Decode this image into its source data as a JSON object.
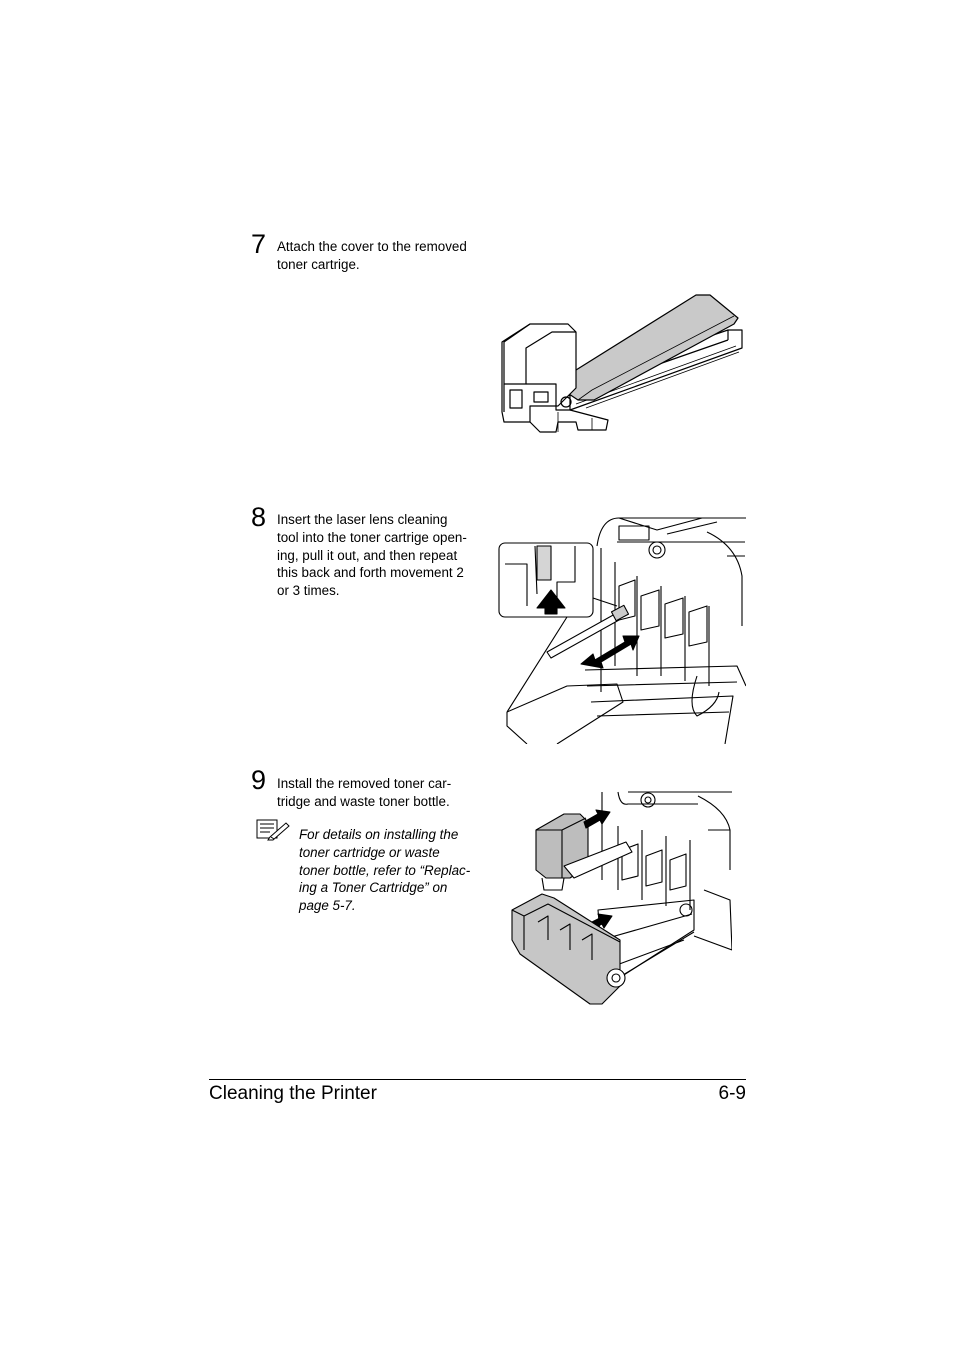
{
  "steps": [
    {
      "number": "7",
      "lines": [
        "Attach the cover to the removed",
        "toner cartrige."
      ]
    },
    {
      "number": "8",
      "lines": [
        "Insert the laser lens cleaning",
        "tool into the toner cartrige open-",
        "ing, pull it out, and then repeat",
        "this back and forth movement 2",
        "or 3 times."
      ]
    },
    {
      "number": "9",
      "lines": [
        "Install the removed toner car-",
        "tridge and waste toner bottle."
      ]
    }
  ],
  "note": {
    "icon": "note-pencil-icon",
    "lines": [
      "For details on installing the",
      "toner cartridge or waste",
      "toner bottle, refer to “Replac-",
      "ing a Toner Cartridge” on",
      "page 5-7."
    ]
  },
  "footer": {
    "section": "Cleaning the Printer",
    "page": "6-9"
  }
}
